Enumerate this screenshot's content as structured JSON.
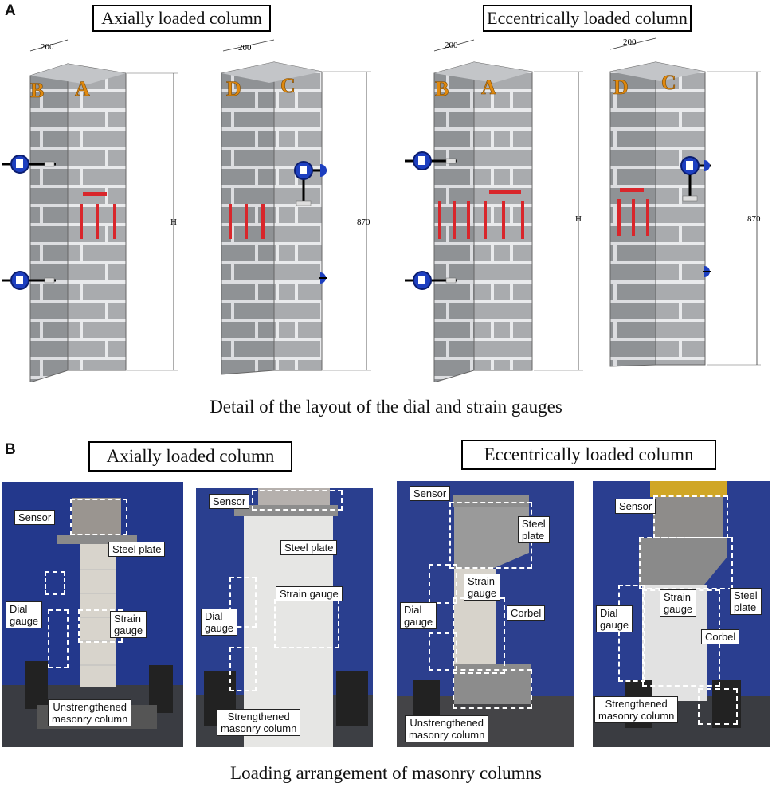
{
  "panel_a": {
    "letter": "A",
    "title_left": "Axially loaded column",
    "title_right": "Eccentrically loaded column",
    "caption": "Detail of the layout of the dial and strain gauges",
    "dim_width": "200",
    "dim_height_h": "H",
    "dim_height_870": "870",
    "face_letters": {
      "b": "B",
      "a": "A",
      "d": "D",
      "c": "C"
    }
  },
  "panel_b": {
    "letter": "B",
    "title_left": "Axially loaded column",
    "title_right": "Eccentrically loaded column",
    "caption": "Loading arrangement of masonry columns",
    "photo1": {
      "sensor": "Sensor",
      "steel_plate": "Steel plate",
      "dial_gauge_1": "Dial",
      "dial_gauge_2": "gauge",
      "strain_gauge_1": "Strain",
      "strain_gauge_2": "gauge",
      "specimen_1": "Unstrengthened",
      "specimen_2": "masonry column"
    },
    "photo2": {
      "sensor": "Sensor",
      "steel_plate": "Steel plate",
      "strain_gauge": "Strain gauge",
      "dial_gauge_1": "Dial",
      "dial_gauge_2": "gauge",
      "specimen_1": "Strengthened",
      "specimen_2": "masonry column"
    },
    "photo3": {
      "sensor": "Sensor",
      "steel_plate_1": "Steel",
      "steel_plate_2": "plate",
      "strain_gauge_1": "Strain",
      "strain_gauge_2": "gauge",
      "dial_gauge_1": "Dial",
      "dial_gauge_2": "gauge",
      "corbel": "Corbel",
      "specimen_1": "Unstrengthened",
      "specimen_2": "masonry column"
    },
    "photo4": {
      "sensor": "Sensor",
      "steel_plate_1": "Steel",
      "steel_plate_2": "plate",
      "strain_gauge_1": "Strain",
      "strain_gauge_2": "gauge",
      "dial_gauge_1": "Dial",
      "dial_gauge_2": "gauge",
      "corbel": "Corbel",
      "specimen_1": "Strengthened",
      "specimen_2": "masonry column"
    }
  },
  "colors": {
    "masonry": "#a9abae",
    "masonry_side": "#8f9295",
    "mortar": "#e9eaec",
    "gauge_red": "#d9262b",
    "dial_blue": "#1d3fc0",
    "letter_orange": "#e0890e",
    "backdrop_blue": "#23388c",
    "dashed_box": "#ffffff"
  }
}
